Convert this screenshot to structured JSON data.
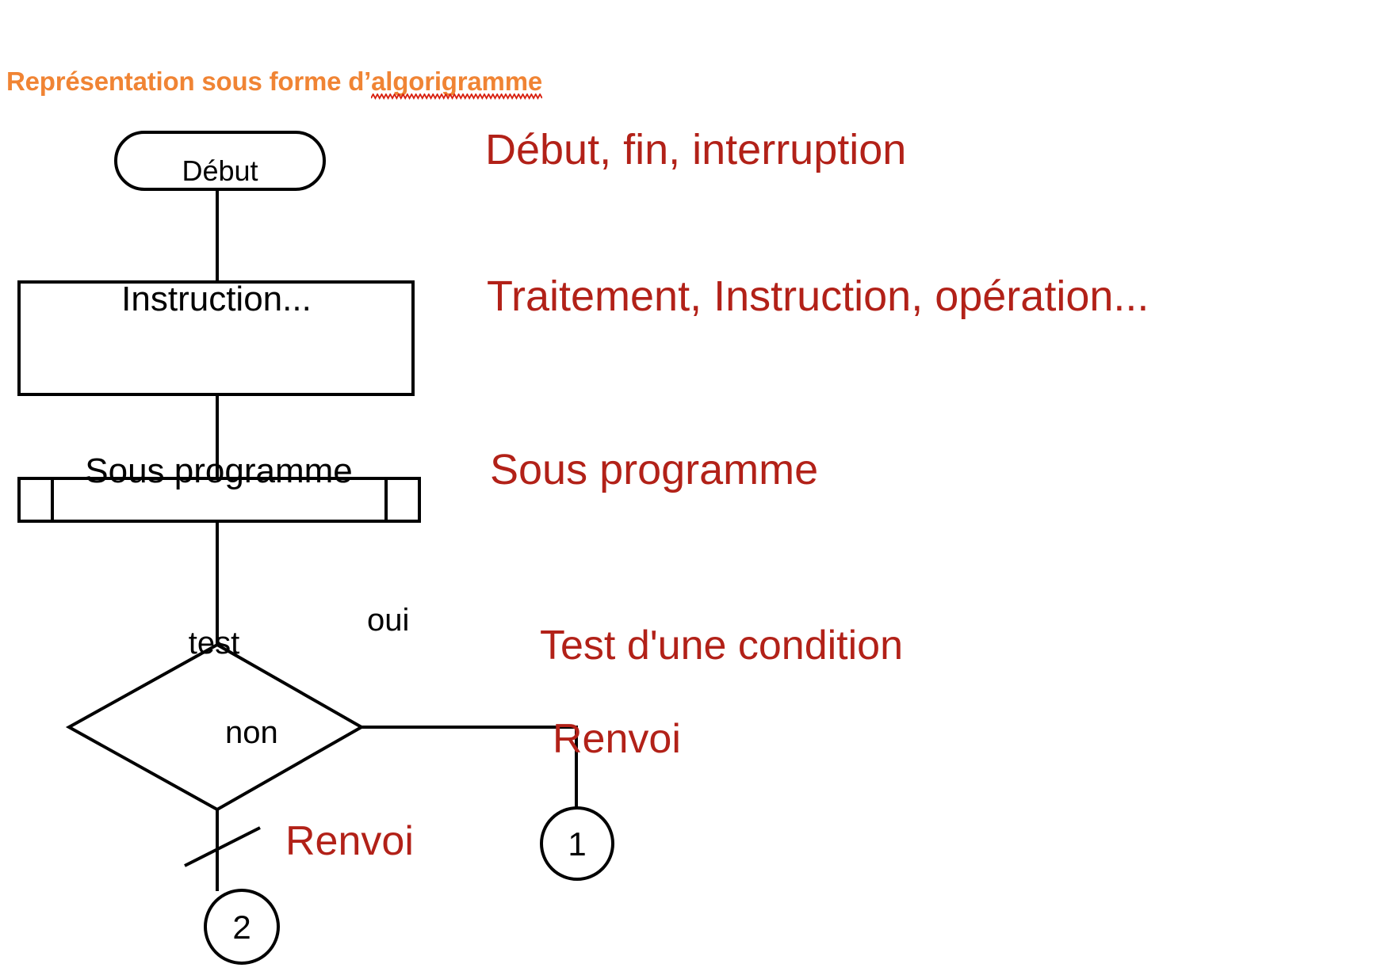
{
  "title": {
    "prefix": "Représentation sous forme d’",
    "underlined_word": "algorigramme",
    "color": "#F08434",
    "squiggle_color": "#D82010"
  },
  "flowchart": {
    "nodes": [
      {
        "id": "debut",
        "shape": "terminator",
        "label": "Début"
      },
      {
        "id": "instruction",
        "shape": "process",
        "label": "Instruction..."
      },
      {
        "id": "sousprog",
        "shape": "subroutine",
        "label": "Sous programme"
      },
      {
        "id": "test",
        "shape": "decision",
        "label": "test"
      },
      {
        "id": "renvoi1",
        "shape": "connector",
        "label": "1"
      },
      {
        "id": "renvoi2",
        "shape": "connector",
        "label": "2"
      }
    ],
    "branch_labels": {
      "yes": "oui",
      "no": "non"
    },
    "stroke_color": "#000000"
  },
  "legend": {
    "color": "#B22118",
    "items": [
      {
        "for": "debut",
        "text": "Début, fin, interruption"
      },
      {
        "for": "instruction",
        "text": "Traitement, Instruction, opération..."
      },
      {
        "for": "sousprog",
        "text": "Sous programme"
      },
      {
        "for": "test",
        "text": "Test d'une condition"
      },
      {
        "for": "renvoi1",
        "text": "Renvoi"
      },
      {
        "for": "renvoi2",
        "text": "Renvoi"
      }
    ]
  }
}
